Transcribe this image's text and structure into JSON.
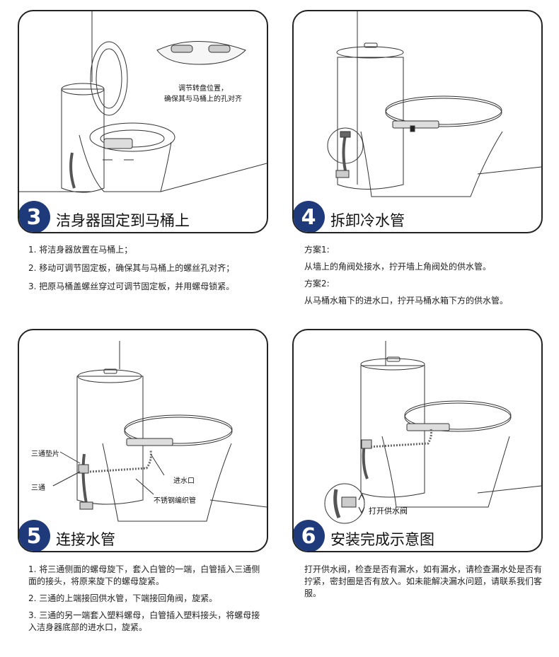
{
  "steps": [
    {
      "number": "3",
      "title": "洁身器固定到马桶上",
      "callout_line1": "调节转盘位置，",
      "callout_line2": "确保其与马桶上的孔对齐",
      "lines": [
        "1. 将洁身器放置在马桶上；",
        "2. 移动可调节固定板，确保其与马桶上的螺丝孔对齐；",
        "3. 把原马桶盖螺丝穿过可调节固定板，并用螺母锁紧。"
      ]
    },
    {
      "number": "4",
      "title": "拆卸冷水管",
      "lines": [
        "方案1:",
        "从墙上的角阀处接水，拧开墙上角阀处的供水管。",
        "方案2:",
        "从马桶水箱下的进水口，拧开马桶水箱下方的供水管。"
      ]
    },
    {
      "number": "5",
      "title": "连接水管",
      "labels": {
        "tee_gasket": "三通垫片",
        "tee": "三通",
        "inlet": "进水口",
        "braided_hose": "不锈钢编织管"
      },
      "lines": [
        "1. 将三通侧面的螺母旋下，套入白管的一端，白管插入三通侧面的接头，将原来旋下的螺母旋紧。",
        "2. 三通的上端接回供水管，下端接回角阀，旋紧。",
        "3. 三通的另一端套入塑料螺母，白管插入塑料接头，将螺母接入洁身器底部的进水口，旋紧。"
      ]
    },
    {
      "number": "6",
      "title": "安装完成示意图",
      "labels": {
        "open_valve": "打开供水阀"
      },
      "lines": [
        "打开供水阀，检查是否有漏水，如有漏水，请检查漏水处是否有拧紧，密封圈是否有放入。如未能解决漏水问题，请联系我们客服。"
      ]
    }
  ],
  "colors": {
    "badge": "#1e3a7b",
    "border": "#222222"
  }
}
